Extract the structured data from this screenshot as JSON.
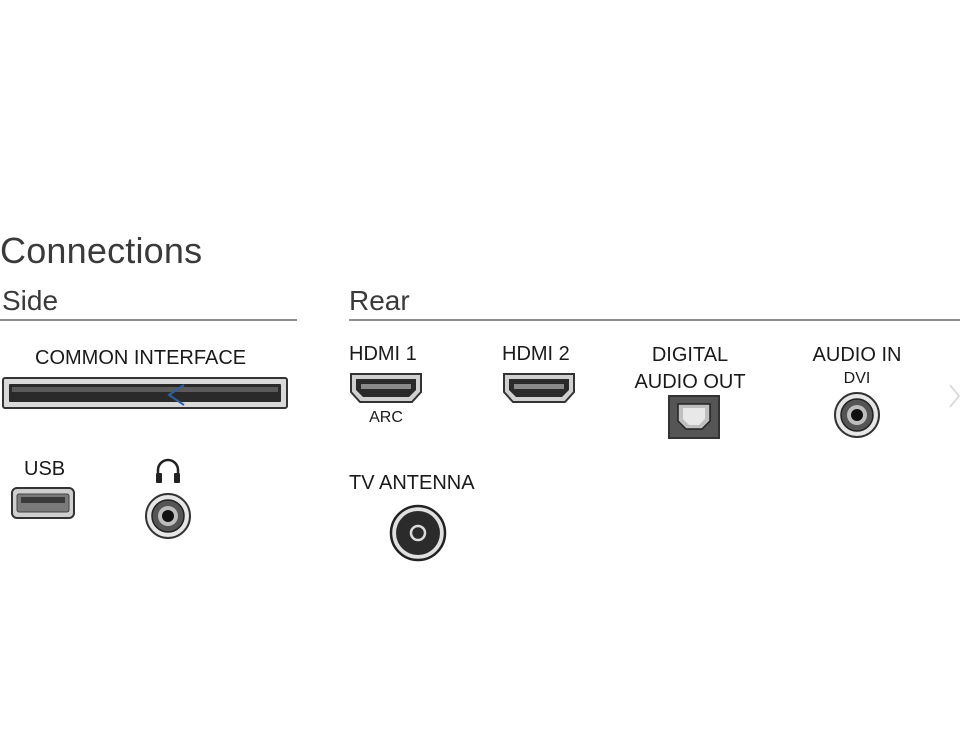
{
  "title": "Connections",
  "sections": {
    "side": "Side",
    "rear": "Rear"
  },
  "side": {
    "common_interface": "COMMON INTERFACE",
    "usb": "USB"
  },
  "rear": {
    "hdmi1": {
      "label": "HDMI 1",
      "sub": "ARC"
    },
    "hdmi2": {
      "label": "HDMI 2"
    },
    "digital_audio_out": {
      "line1": "DIGITAL",
      "line2": "AUDIO OUT"
    },
    "audio_in": {
      "label": "AUDIO IN",
      "sub": "DVI"
    },
    "tv_antenna": "TV ANTENNA"
  },
  "icons": {
    "headphone": "headphone-icon",
    "ci_slot": "common-interface-slot-icon",
    "usb_port": "usb-port-icon",
    "hdmi_port": "hdmi-port-icon",
    "optical_port": "optical-port-icon",
    "jack": "audio-jack-icon",
    "coax": "coax-antenna-icon",
    "chevron": "chevron-right-icon"
  },
  "colors": {
    "line": "#8c8c8c",
    "port_dark": "#222222",
    "port_grey": "#7a7a7a",
    "accent_blue": "#2f5fa0"
  }
}
